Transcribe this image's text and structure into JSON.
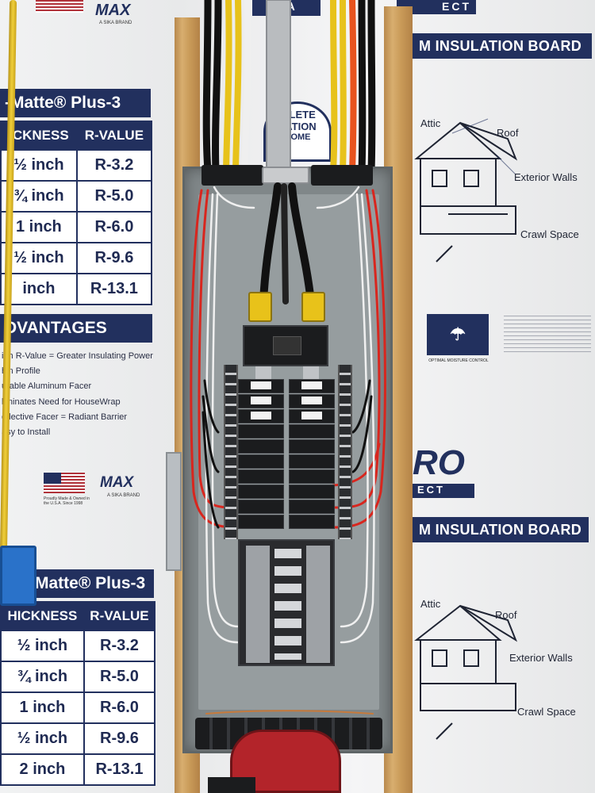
{
  "left_board": {
    "top_brand": "MAX",
    "top_brand_sub": "A SIKA BRAND",
    "product_title_top": "-Matte® Plus-3",
    "table_top": {
      "headers": [
        "ICKNESS",
        "R-VALUE"
      ],
      "rows": [
        [
          "½ inch",
          "R-3.2"
        ],
        [
          "¾ inch",
          "R-5.0"
        ],
        [
          "1 inch",
          "R-6.0"
        ],
        [
          "½ inch",
          "R-9.6"
        ],
        [
          "inch",
          "R-13.1"
        ]
      ]
    },
    "advantages_title": "DVANTAGES",
    "advantages": [
      "igh R-Value = Greater Insulating Power",
      "hin Profile",
      "urable Aluminum Facer",
      "liminates Need for HouseWrap",
      "eflective Facer = Radiant Barrier",
      "asy to Install"
    ],
    "mid_brand": "MAX",
    "mid_brand_sub": "A SIKA BRAND",
    "made_in_usa": "Proudly Made & Owned in the U.S.A. Since 1998",
    "product_title_bottom": "Matte® Plus-3",
    "table_bottom": {
      "headers": [
        "HICKNESS",
        "R-VALUE"
      ],
      "rows": [
        [
          "½ inch",
          "R-3.2"
        ],
        [
          "¾ inch",
          "R-5.0"
        ],
        [
          "1 inch",
          "R-6.0"
        ],
        [
          "½ inch",
          "R-9.6"
        ],
        [
          "2 inch",
          "R-13.1"
        ]
      ]
    }
  },
  "right_board": {
    "top_fragment": "ECT",
    "header_top": "M INSULATION BOARD",
    "house_top_labels": [
      "Attic",
      "Roof",
      "Exterior Walls",
      "Crawl Space"
    ],
    "moisture_caption": "OPTIMAL MOISTURE CONTROL",
    "logo_fragment": "RO",
    "logo_sub": "ECT",
    "header_bottom": "M INSULATION BOARD",
    "house_bottom_labels": [
      "Attic",
      "Roof",
      "Exterior Walls",
      "Crawl Space"
    ]
  },
  "center_board": {
    "top_text": "KA",
    "sticker_lines": [
      "IPLETE",
      "LATION",
      "HOME"
    ]
  },
  "colors": {
    "navy": "#22305e",
    "panel_gray": "#808789",
    "wood": "#c99a58",
    "wire_black": "#111111",
    "wire_red": "#d8261e",
    "wire_yellow": "#e7c21b",
    "wire_white": "#efefef",
    "lug_yellow": "#e8c21a"
  }
}
